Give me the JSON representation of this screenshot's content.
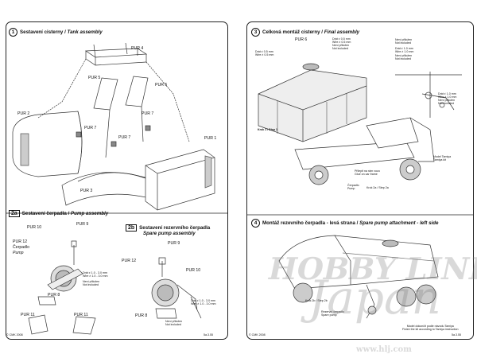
{
  "left_page": {
    "step1": {
      "num": "1",
      "title": "Sestavení cisterny",
      "title_en": "Tank assembly"
    },
    "step2a": {
      "num": "2a",
      "title": "Sestavení čerpadla",
      "title_en": "Pump assembly"
    },
    "step2b": {
      "num": "2b",
      "title": "Sestavení rezervního čerpadla",
      "title_en": "Spare pump assembly"
    },
    "parts_tank": [
      "PUR 4",
      "PUR 5",
      "PUR 5",
      "PUR 2",
      "PUR 7",
      "PUR 7",
      "PUR 7",
      "PUR 1",
      "PUR 3"
    ],
    "parts_pump": [
      "PUR 9",
      "PUR 10",
      "PUR 12",
      "Čerpadlo",
      "Pump",
      "PUR 8",
      "PUR 11",
      "PUR 11"
    ],
    "parts_spare": [
      "PUR 9",
      "PUR 12",
      "PUR 10",
      "PUR 8"
    ],
    "wire_note_a": [
      "Drát ≠ 1.0 - 3.0 mm",
      "Wire ≠ 1.0 - 3.0 mm",
      "Není přiložen",
      "Not included"
    ],
    "wire_note_b": [
      "Drát ≠ 1.0 - 3.0 mm",
      "Wire ≠ 1.0 - 3.0 mm",
      "Není přiložen",
      "Not included"
    ],
    "footer_left": "© CMK 2008",
    "footer_right": "5a.3.55"
  },
  "right_page": {
    "step3": {
      "num": "3",
      "title": "Celková montáž cisterny",
      "title_en": "Final assembly"
    },
    "step4": {
      "num": "4",
      "title": "Montáž rezevního čerpadla - levá strana",
      "title_en": "Spare pump attachment - left side"
    },
    "pur6": "PUR 6",
    "wire_top": [
      "Drát ≠ 0.5 mm",
      "Wire ≠ 0.5 mm",
      "Není přiložen",
      "Not included"
    ],
    "wire_mid": [
      "Drát ≠ 0.5 mm",
      "Wire ≠ 0.5 mm"
    ],
    "notes_right": [
      "Není přiložen",
      "Not included",
      "Drát ≠ 1.0 mm",
      "Wire ≠ 1.0 mm",
      "Není přiložen",
      "Not included"
    ],
    "notes_right2": [
      "Drát ≠ 1.0 mm",
      "Wire ≠ 1.0 mm",
      "Není přiložen",
      "Not included"
    ],
    "krok1": "Krok 1 / Step 1",
    "model_tamiya": [
      "Model Tamiya",
      "Tamiya kit"
    ],
    "glue": [
      "Přilepit na rám vozu",
      "Glue on car frame"
    ],
    "cerpadlo_pump": [
      "Čerpadlo",
      "Pump"
    ],
    "krok2a": "Krok 2a / Step 2a",
    "krok2b": "Krok 2b / Step 2b",
    "rezervni": [
      "Rezervní čerpadlo",
      "Spare pump"
    ],
    "finish": [
      "Model dokončit podle návodu Tamiya",
      "Finish the kit according to Tamiya instruction"
    ],
    "footer_left": "© CMK 2008",
    "footer_right": "5a.3.55"
  },
  "watermark": {
    "line1": "HOBBY LINK",
    "line2": "Japan",
    "line3": "www.hlj.com"
  }
}
